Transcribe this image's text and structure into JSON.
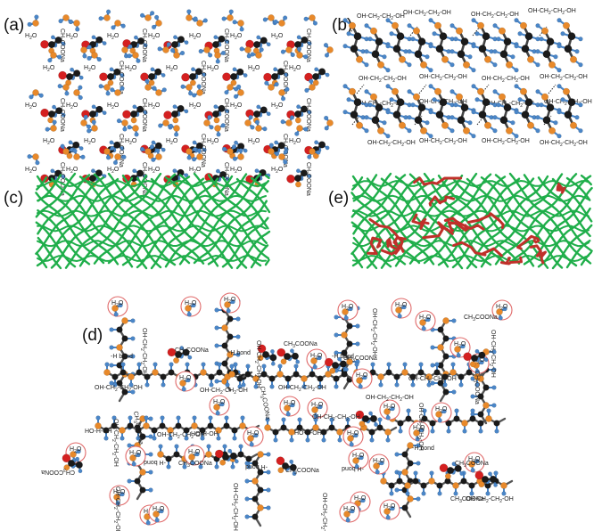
{
  "panels": {
    "a": {
      "label": "(a)",
      "molecule_label": "H2O",
      "chain_label": "CH3COONa"
    },
    "b": {
      "label": "(b)",
      "chain_label": "OH-CH2-CH2-OH"
    },
    "c": {
      "label": "(c)"
    },
    "e": {
      "label": "(e)"
    },
    "d": {
      "label": "(d)",
      "water_label": "H2O",
      "acetate_label": "CH3COONa",
      "hbond_label": "-H bond",
      "chain_label": "OH-CH2-CH2-OH",
      "hoh_label": "HO-H-OH"
    }
  },
  "colors": {
    "carbon": "#1a1a1a",
    "oxygen_red": "#d42020",
    "orange_atom": "#e8892a",
    "blue_atom": "#4a86c8",
    "network_green": "#1fae4a",
    "polymer_red": "#c0302a",
    "circle_pink": "#e06a6a"
  }
}
